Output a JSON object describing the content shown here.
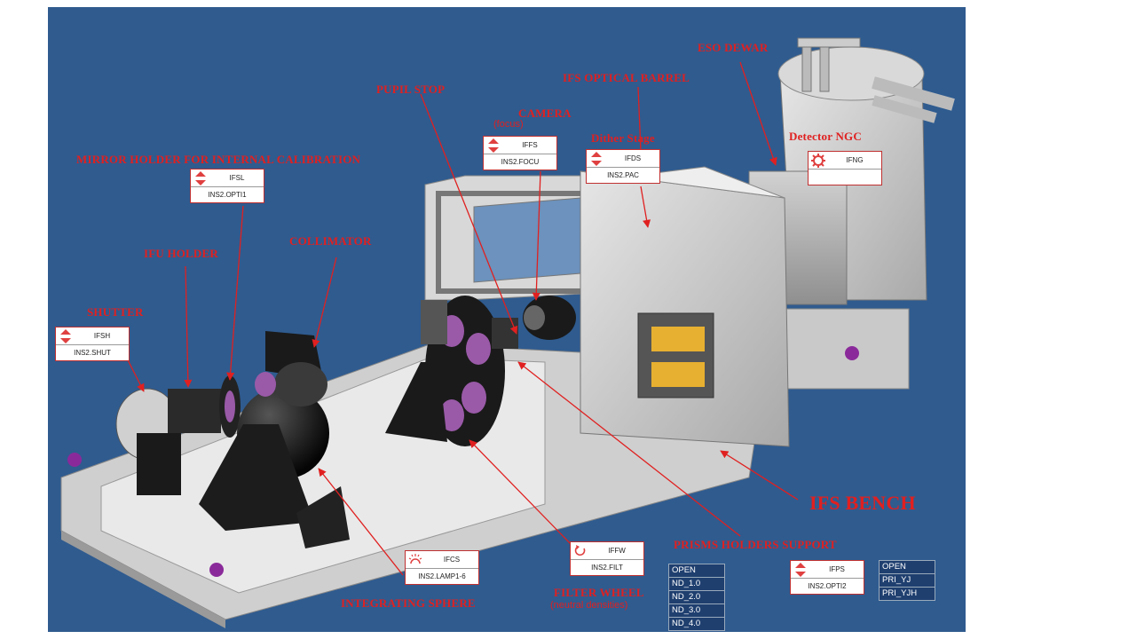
{
  "labels": {
    "eso_dewar": "ESO DEWAR",
    "ifs_optical_barrel": "IFS OPTICAL BARREL",
    "pupil_stop": "PUPIL STOP",
    "camera": "CAMERA",
    "camera_focus": "(focus)",
    "dither_stage": "Dither Stage",
    "detector_ngc": "Detector NGC",
    "mirror_holder": "MIRROR HOLDER FOR INTERNAL CALIBRATION",
    "collimator": "COLLIMATOR",
    "ifu_holder": "IFU HOLDER",
    "shutter": "SHUTTER",
    "ifs_bench": "IFS BENCH",
    "prisms_holders_support": "PRISMS HOLDERS SUPPORT",
    "filter_wheel": "FILTER WHEEL",
    "filter_wheel_note": "(neutral densities)",
    "integrating_sphere": "INTEGRATING SPHERE"
  },
  "devices": {
    "ifsl": {
      "code": "IFSL",
      "keyword": "INS2.OPTI1",
      "icon": "up-down-arrows-icon"
    },
    "iffs": {
      "code": "IFFS",
      "keyword": "INS2.FOCU",
      "icon": "up-down-arrows-icon"
    },
    "ifds": {
      "code": "IFDS",
      "keyword": "INS2.PAC",
      "icon": "up-down-arrows-icon"
    },
    "ifng": {
      "code": "IFNG",
      "keyword": "",
      "icon": "gear-icon"
    },
    "ifsh": {
      "code": "IFSH",
      "keyword": "INS2.SHUT",
      "icon": "up-down-arrows-icon"
    },
    "ifcs": {
      "code": "IFCS",
      "keyword": "INS2.LAMP1-6",
      "icon": "lamp-icon"
    },
    "iffw": {
      "code": "IFFW",
      "keyword": "INS2.FILT",
      "icon": "rotate-icon"
    },
    "ifps": {
      "code": "IFPS",
      "keyword": "INS2.OPTI2",
      "icon": "up-down-arrows-icon"
    }
  },
  "filter_positions": [
    "OPEN",
    "ND_1.0",
    "ND_2.0",
    "ND_3.0",
    "ND_4.0"
  ],
  "prism_positions": [
    "OPEN",
    "PRI_YJ",
    "PRI_YJH"
  ],
  "colors": {
    "background": "#2f5b8f",
    "label": "#e02020",
    "list_bg": "#1f3f6f"
  }
}
